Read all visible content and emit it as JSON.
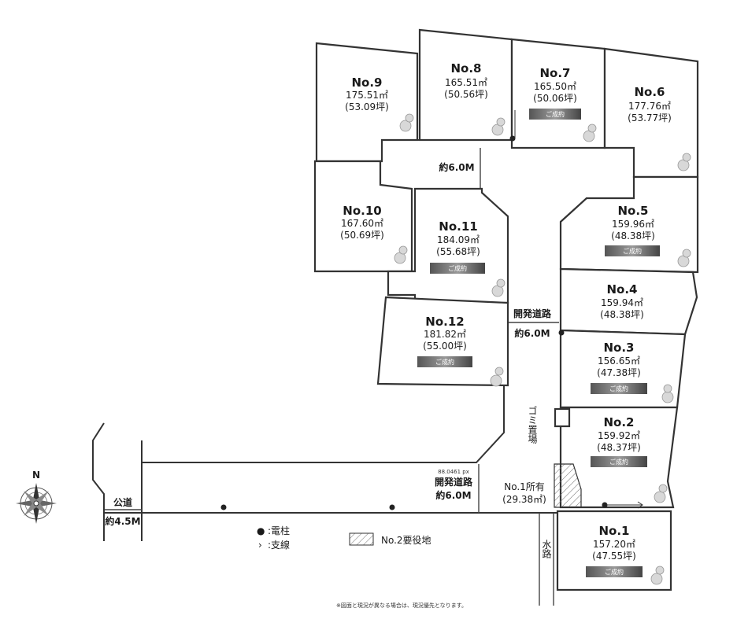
{
  "lots": [
    {
      "no": "No.1",
      "area_m2": "157.20㎡",
      "area_tsubo": "(47.55坪)",
      "sold": true,
      "sold_label": "ご成約"
    },
    {
      "no": "No.2",
      "area_m2": "159.92㎡",
      "area_tsubo": "(48.37坪)",
      "sold": true,
      "sold_label": "ご成約"
    },
    {
      "no": "No.3",
      "area_m2": "156.65㎡",
      "area_tsubo": "(47.38坪)",
      "sold": true,
      "sold_label": "ご成約"
    },
    {
      "no": "No.4",
      "area_m2": "159.94㎡",
      "area_tsubo": "(48.38坪)",
      "sold": false,
      "sold_label": ""
    },
    {
      "no": "No.5",
      "area_m2": "159.96㎡",
      "area_tsubo": "(48.38坪)",
      "sold": true,
      "sold_label": "ご成約"
    },
    {
      "no": "No.6",
      "area_m2": "177.76㎡",
      "area_tsubo": "(53.77坪)",
      "sold": false,
      "sold_label": ""
    },
    {
      "no": "No.7",
      "area_m2": "165.50㎡",
      "area_tsubo": "(50.06坪)",
      "sold": true,
      "sold_label": "ご成約"
    },
    {
      "no": "No.8",
      "area_m2": "165.51㎡",
      "area_tsubo": "(50.56坪)",
      "sold": false,
      "sold_label": ""
    },
    {
      "no": "No.9",
      "area_m2": "175.51㎡",
      "area_tsubo": "(53.09坪)",
      "sold": false,
      "sold_label": ""
    },
    {
      "no": "No.10",
      "area_m2": "167.60㎡",
      "area_tsubo": "(50.69坪)",
      "sold": false,
      "sold_label": ""
    },
    {
      "no": "No.11",
      "area_m2": "184.09㎡",
      "area_tsubo": "(55.68坪)",
      "sold": true,
      "sold_label": "ご成約"
    },
    {
      "no": "No.12",
      "area_m2": "181.82㎡",
      "area_tsubo": "(55.00坪)",
      "sold": true,
      "sold_label": "ご成約"
    }
  ],
  "roads": {
    "inner_width": "約6.0M",
    "dev_road_label": "開発道路",
    "dev_road_width": "約6.0M",
    "main_dev_road_label": "開発道路",
    "main_dev_road_width": "約6.0M",
    "public_road_label": "公道",
    "public_road_width": "約4.5M",
    "measure_note": "88.0461 px",
    "waterway": "水路",
    "garbage": "ゴミ置場"
  },
  "no1_owned": {
    "label": "No.1所有",
    "area": "(29.38㎡)"
  },
  "legend": {
    "pole_symbol": "●",
    "pole_label": ":電柱",
    "guy_symbol": "›",
    "guy_label": ":支線",
    "easement_label": "No.2要役地"
  },
  "compass": {
    "north": "N"
  },
  "footnote": "※図面と現況が異なる場合は、現況優先となります。"
}
